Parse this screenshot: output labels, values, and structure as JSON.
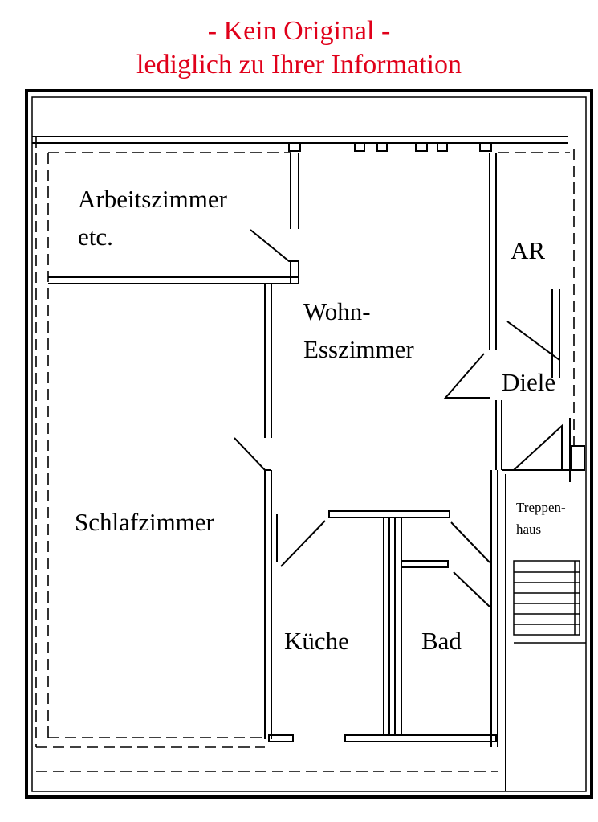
{
  "notice": {
    "line1": "- Kein Original -",
    "line2": "lediglich zu Ihrer Information",
    "color": "#e0001a"
  },
  "rooms": {
    "arbeitszimmer_line1": "Arbeitszimmer",
    "arbeitszimmer_line2": "etc.",
    "ar": "AR",
    "wohn_line1": "Wohn-",
    "wohn_line2": "Esszimmer",
    "diele": "Diele",
    "treppen_line1": "Treppen-",
    "treppen_line2": "haus",
    "schlafzimmer": "Schlafzimmer",
    "kueche": "Küche",
    "bad": "Bad"
  }
}
